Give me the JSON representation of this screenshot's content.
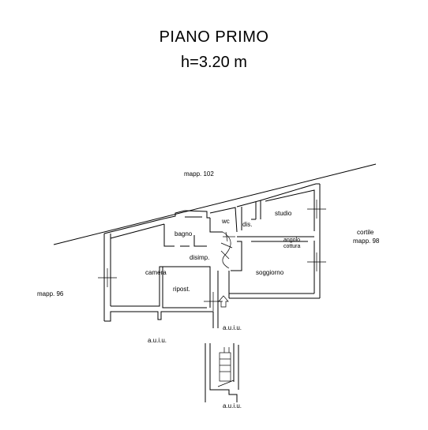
{
  "title": "PIANO PRIMO",
  "subtitle": "h=3.20 m",
  "labels": {
    "mapp_102": "mapp. 102",
    "mapp_96": "mapp. 96",
    "cortile": "cortile",
    "mapp_98": "mapp. 98",
    "auiu_1": "a.u.i.u.",
    "auiu_2": "a.u.i.u.",
    "auiu_3": "a.u.i.u.",
    "bagno": "bagno",
    "wc": "wc",
    "dis": "dis.",
    "studio": "studio",
    "angolo": "angolo",
    "cottura": "cottura",
    "disimp": "disimp.",
    "camera": "camera",
    "ripost": "ripost.",
    "soggiorno": "soggiorno"
  }
}
